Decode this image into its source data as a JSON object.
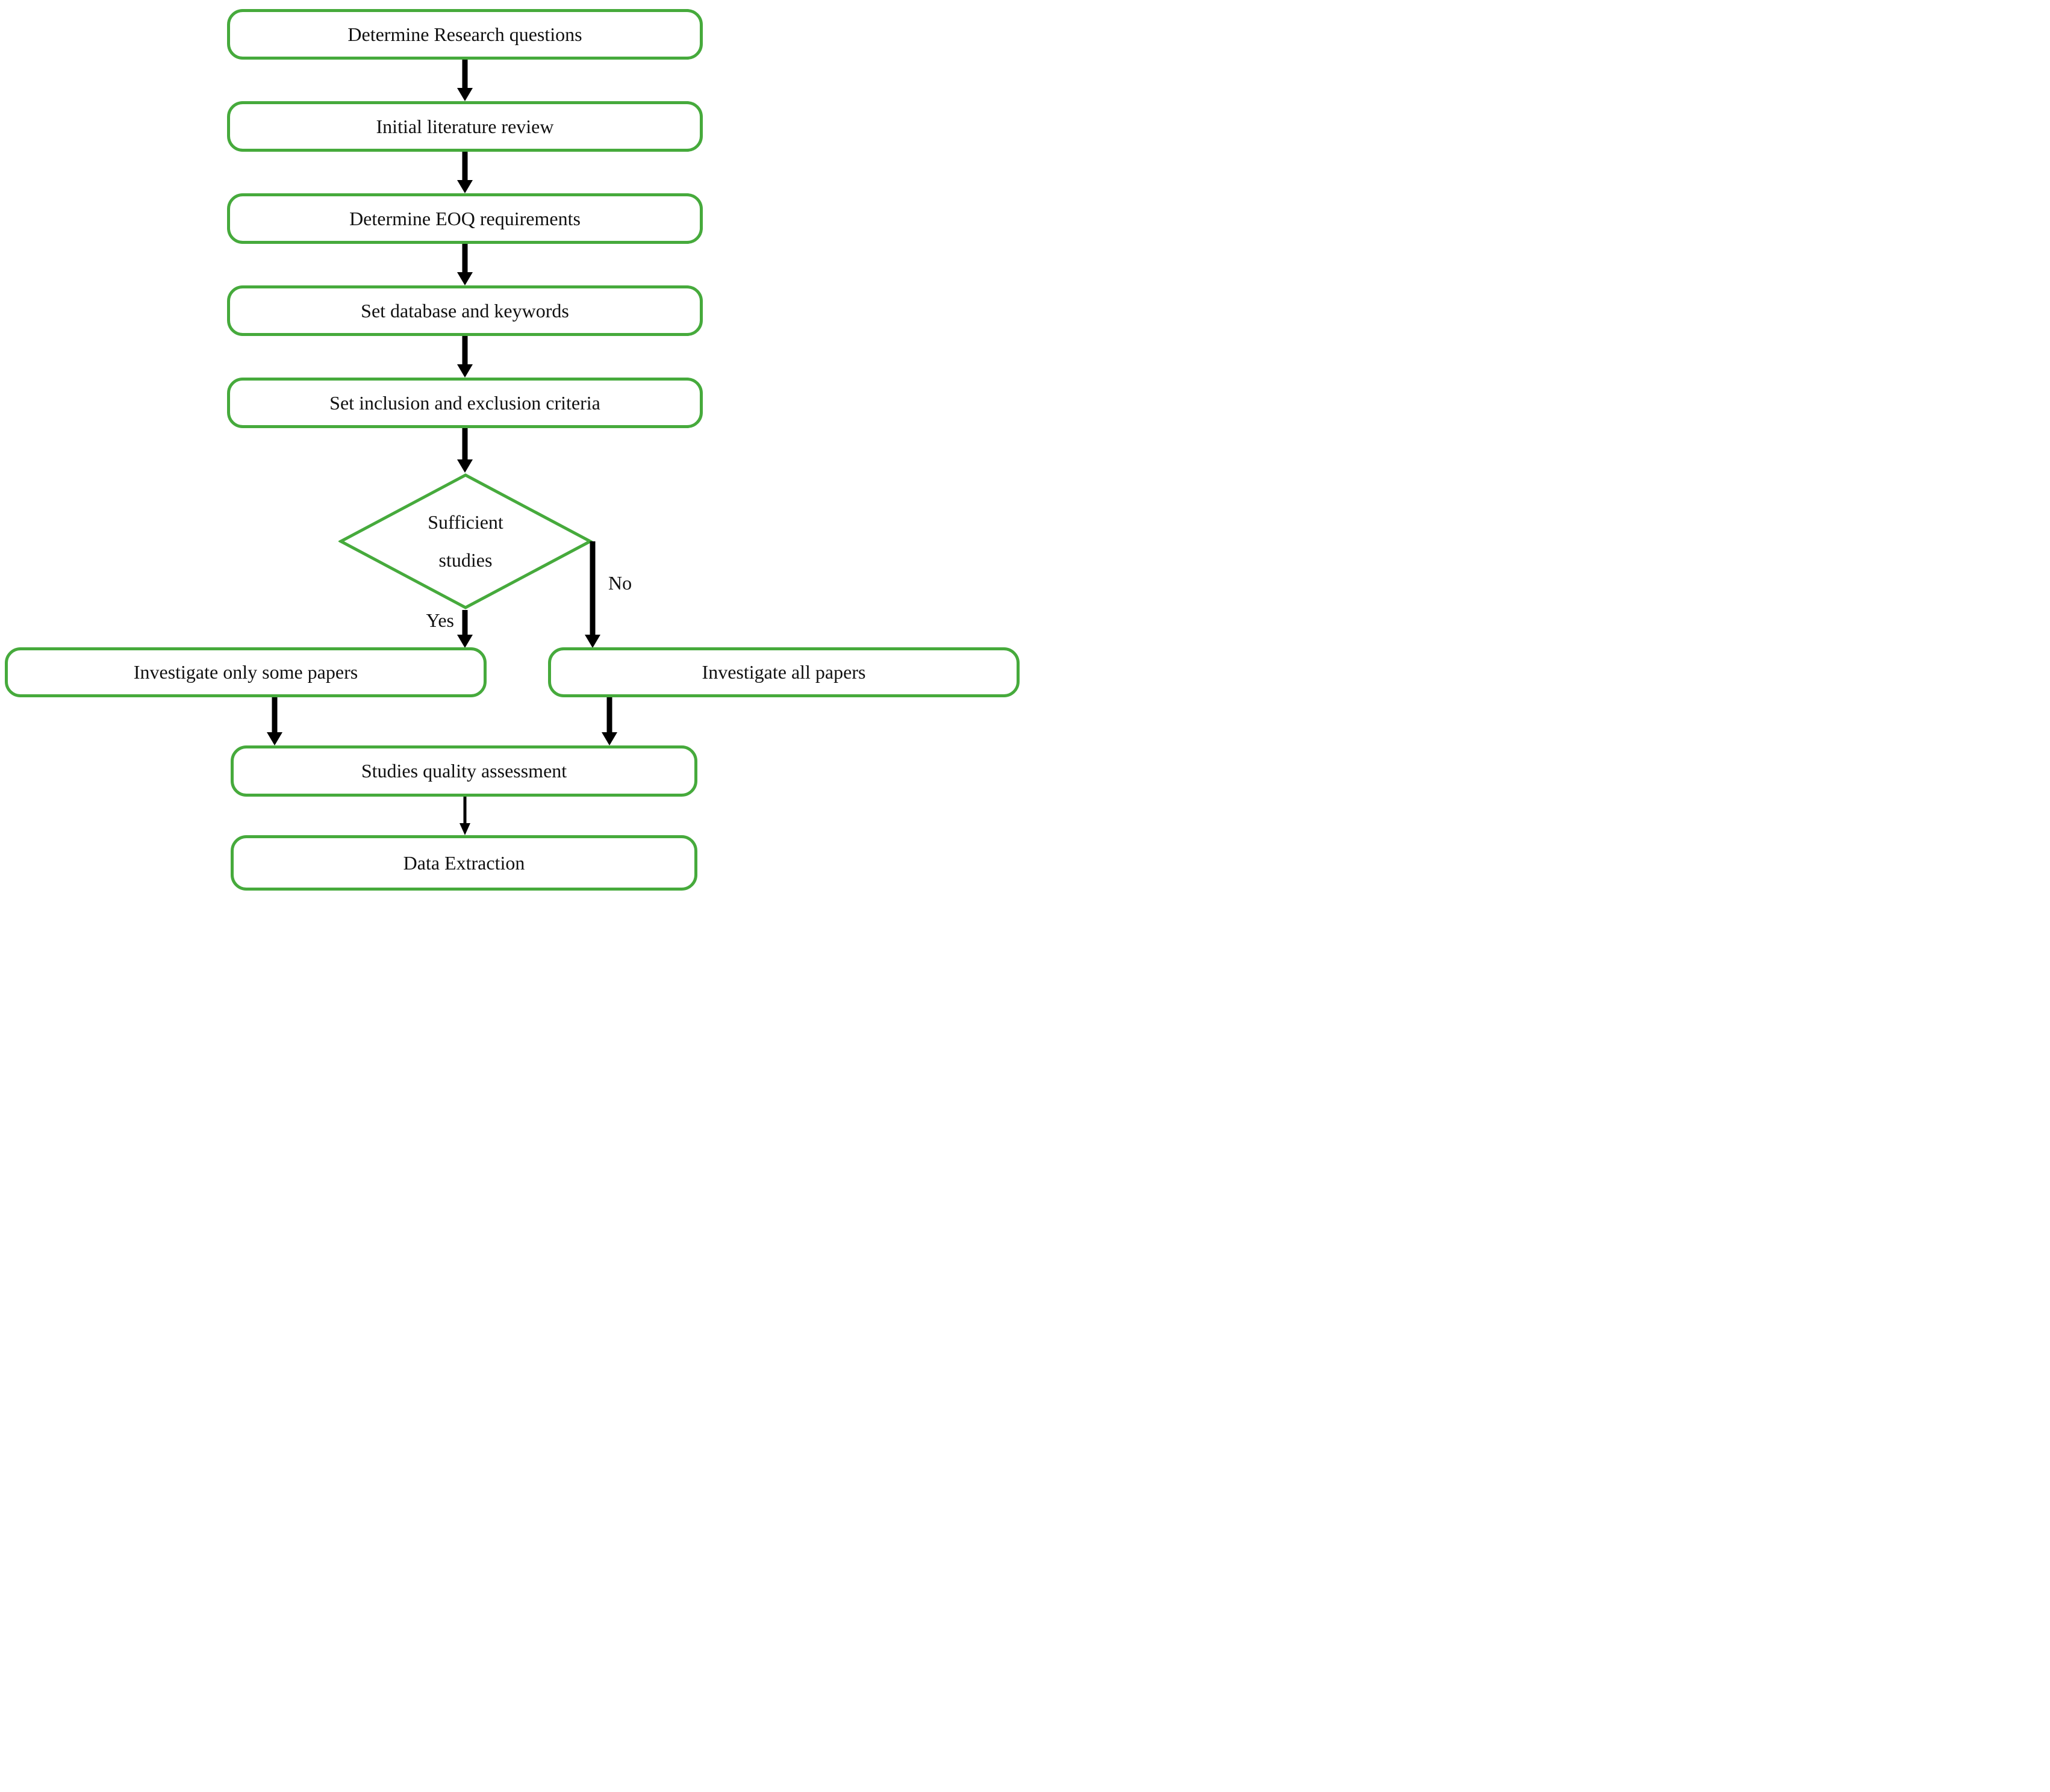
{
  "diagram": {
    "type": "flowchart",
    "colors": {
      "node_border": "#46aa3c",
      "arrow": "#000000",
      "text": "#111111",
      "background": "#ffffff"
    },
    "nodes": [
      {
        "id": "determine-research-questions",
        "shape": "rounded-rect",
        "label": "Determine Research questions"
      },
      {
        "id": "initial-literature-review",
        "shape": "rounded-rect",
        "label": "Initial literature review"
      },
      {
        "id": "determine-eoq-requirements",
        "shape": "rounded-rect",
        "label": "Determine EOQ requirements"
      },
      {
        "id": "set-database-and-keywords",
        "shape": "rounded-rect",
        "label": "Set database and keywords"
      },
      {
        "id": "set-inclusion-and-exclusion-criteria",
        "shape": "rounded-rect",
        "label": "Set inclusion and exclusion criteria"
      },
      {
        "id": "sufficient-studies",
        "shape": "diamond",
        "label": "Sufficient studies",
        "line1": "Sufficient",
        "line2": "studies"
      },
      {
        "id": "investigate-only-some-papers",
        "shape": "rounded-rect",
        "label": "Investigate only some papers"
      },
      {
        "id": "investigate-all-papers",
        "shape": "rounded-rect",
        "label": "Investigate all papers"
      },
      {
        "id": "studies-quality-assessment",
        "shape": "rounded-rect",
        "label": "Studies quality assessment"
      },
      {
        "id": "data-extraction",
        "shape": "rounded-rect",
        "label": "Data Extraction"
      }
    ],
    "branch_labels": {
      "yes": "Yes",
      "no": "No"
    },
    "edges": [
      {
        "from": "determine-research-questions",
        "to": "initial-literature-review",
        "label": ""
      },
      {
        "from": "initial-literature-review",
        "to": "determine-eoq-requirements",
        "label": ""
      },
      {
        "from": "determine-eoq-requirements",
        "to": "set-database-and-keywords",
        "label": ""
      },
      {
        "from": "set-database-and-keywords",
        "to": "set-inclusion-and-exclusion-criteria",
        "label": ""
      },
      {
        "from": "set-inclusion-and-exclusion-criteria",
        "to": "sufficient-studies",
        "label": ""
      },
      {
        "from": "sufficient-studies",
        "to": "investigate-only-some-papers",
        "label": "Yes"
      },
      {
        "from": "sufficient-studies",
        "to": "investigate-all-papers",
        "label": "No"
      },
      {
        "from": "investigate-only-some-papers",
        "to": "studies-quality-assessment",
        "label": ""
      },
      {
        "from": "investigate-all-papers",
        "to": "studies-quality-assessment",
        "label": ""
      },
      {
        "from": "studies-quality-assessment",
        "to": "data-extraction",
        "label": ""
      }
    ]
  }
}
